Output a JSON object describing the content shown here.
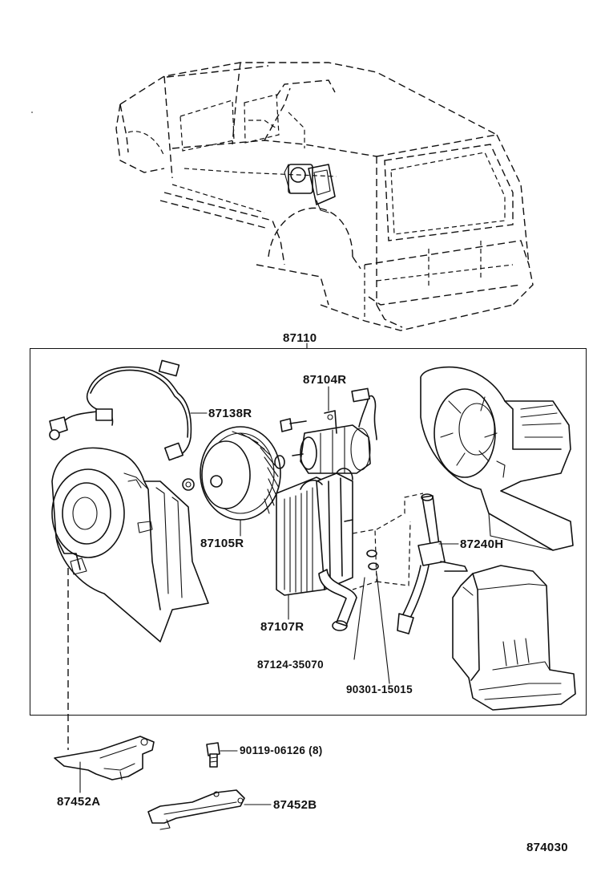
{
  "labels": {
    "assembly": "87110",
    "resistor": "87104R",
    "harness": "87138R",
    "fan": "87105R",
    "evaporator": "87107R",
    "valve": "87240H",
    "hose": "87124-35070",
    "clip": "90301-15015",
    "bolt": "90119-06126 (8)",
    "bracket_a": "87452A",
    "bracket_b": "87452B",
    "figure_number": "874030"
  }
}
